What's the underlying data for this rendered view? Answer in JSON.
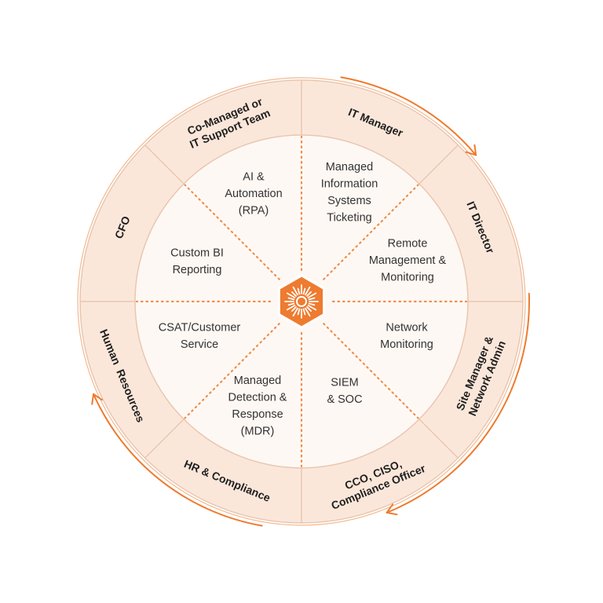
{
  "colors": {
    "accent": "#EE7B2F",
    "ring_fill": "#FBE7DA",
    "inner_fill": "#FEF8F4",
    "divider": "#E8C7B1",
    "text_dark": "#1f1f1f",
    "text_body": "#333333"
  },
  "hub": {
    "icon": "sunburst-logo-icon"
  },
  "inner_services": [
    {
      "lines": [
        "AI &",
        "Automation",
        "(RPA)"
      ]
    },
    {
      "lines": [
        "Managed",
        "Information",
        "Systems",
        "Ticketing"
      ]
    },
    {
      "lines": [
        "Remote",
        "Management &",
        "Monitoring"
      ]
    },
    {
      "lines": [
        "Network",
        "Monitoring"
      ]
    },
    {
      "lines": [
        "SIEM",
        "& SOC"
      ]
    },
    {
      "lines": [
        "Managed",
        "Detection &",
        "Response",
        "(MDR)"
      ]
    },
    {
      "lines": [
        "CSAT/Customer",
        "Service"
      ]
    },
    {
      "lines": [
        "Custom BI",
        "Reporting"
      ]
    }
  ],
  "roles": [
    {
      "lines": [
        "Co-Managed or",
        "IT Support Team"
      ]
    },
    {
      "lines": [
        "IT Manager"
      ]
    },
    {
      "lines": [
        "IT Director"
      ]
    },
    {
      "lines": [
        "Site Manager &",
        "Network Admin"
      ]
    },
    {
      "lines": [
        "CCO, CISO,",
        "Compliance Officer"
      ]
    },
    {
      "lines": [
        "HR & Compliance"
      ]
    },
    {
      "lines": [
        "Human  Resources"
      ]
    },
    {
      "lines": [
        "CFO"
      ]
    }
  ]
}
